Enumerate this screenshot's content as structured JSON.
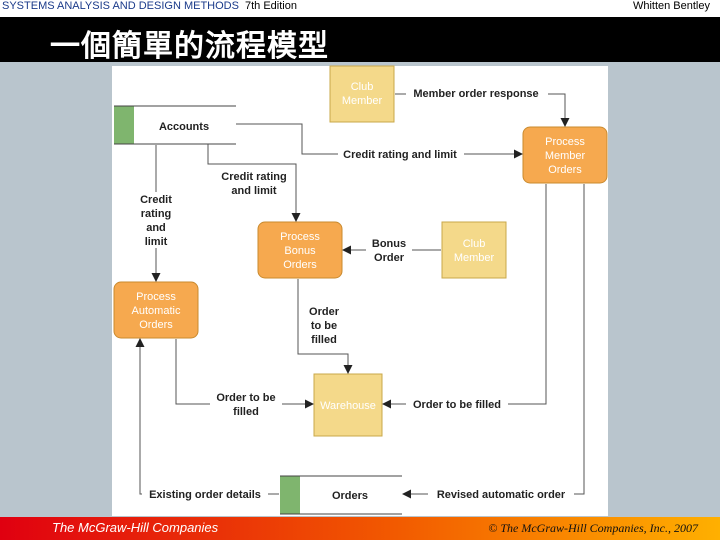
{
  "header": {
    "book_title": "SYSTEMS ANALYSIS AND DESIGN METHODS",
    "edition": "7th Edition",
    "authors": "Whitten   Bentley"
  },
  "slide": {
    "title": "一個簡單的流程模型"
  },
  "diagram": {
    "processes": {
      "member_orders": [
        "Process",
        "Member",
        "Orders"
      ],
      "bonus_orders": [
        "Process",
        "Bonus",
        "Orders"
      ],
      "automatic_orders": [
        "Process",
        "Automatic",
        "Orders"
      ]
    },
    "externals": {
      "club_member_top": [
        "Club",
        "Member"
      ],
      "club_member_right": [
        "Club",
        "Member"
      ],
      "warehouse": [
        "Warehouse"
      ]
    },
    "stores": {
      "accounts": "Accounts",
      "orders": "Orders"
    },
    "flows": {
      "member_order_response": "Member order response",
      "credit_rating_and_limit_1": "Credit rating and limit",
      "credit_rating_and_limit_2": [
        "Credit rating",
        "and limit"
      ],
      "credit_rating_and_limit_3": [
        "Credit",
        "rating",
        "and",
        "limit"
      ],
      "bonus_order": [
        "Bonus",
        "Order"
      ],
      "order_to_be_filled_1": [
        "Order",
        "to be",
        "filled"
      ],
      "order_to_be_filled_2": [
        "Order to be",
        "filled"
      ],
      "order_to_be_filled_3": "Order to be filled",
      "existing_order_details": "Existing order details",
      "revised_automatic_order": "Revised automatic order"
    },
    "colors": {
      "process_fill": "#f6a94f",
      "external_fill": "#f4d98a",
      "store_marker": "#7fb56e",
      "process_text": "#ffffff",
      "external_text": "#ffffff"
    }
  },
  "footer": {
    "logo": "The McGraw-Hill Companies",
    "copyright": "© The McGraw-Hill Companies, Inc., 2007"
  }
}
